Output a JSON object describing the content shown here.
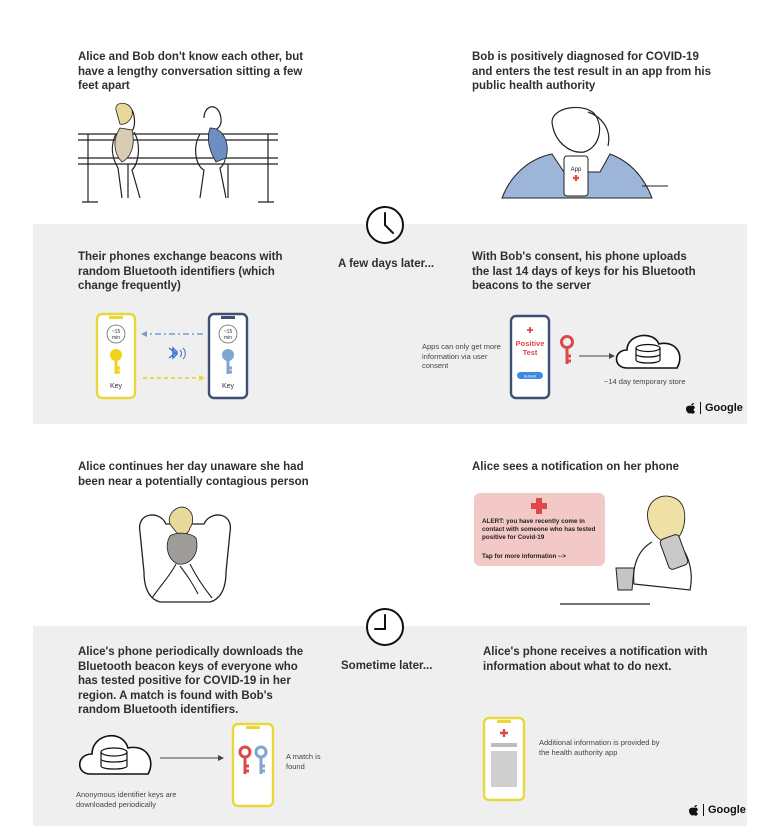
{
  "panels": {
    "p1": "Alice and Bob don't know each other, but have a lengthy conversation sitting a few feet apart",
    "p2": "Bob is positively diagnosed for COVID-19 and enters the test result in an app from his public health authority",
    "p3": "Their phones exchange beacons with random Bluetooth identifiers (which change frequently)",
    "p4": "With Bob's consent, his phone uploads the last 14 days of keys for his Bluetooth beacons to the server",
    "p5": "Alice continues her day unaware she had been near a potentially contagious person",
    "p6": "Alice sees a notification on her phone",
    "p7": "Alice's phone periodically downloads the Bluetooth beacon keys of everyone who has tested positive for COVID-19 in her region. A match is found with Bob's random Bluetooth identifiers.",
    "p8": "Alice's phone receives a notification with information about what to do next."
  },
  "transitions": {
    "first": "A few days later...",
    "second": "Sometime later..."
  },
  "beacon_phones": {
    "left_timer": "~15 min",
    "right_timer": "~15 min",
    "left_key": "Key",
    "right_key": "Key"
  },
  "upload": {
    "consent_note": "Apps can only get more information via user consent",
    "test_label": "Positive Test",
    "submit_label": "Submit",
    "store_note": "~14 day temporary store"
  },
  "alert": {
    "message": "ALERT: you have recently come in contact with someone who has tested positive for Covid-19",
    "link": "Tap for more information -->"
  },
  "download": {
    "keys_note": "Anonymous identifier keys are downloaded periodically",
    "match_note": "A match is found"
  },
  "info": {
    "note": "Additional information is provided by the health authority app"
  },
  "brand": {
    "label": "Google"
  },
  "bob_app_label": "App",
  "colors": {
    "band": "#efefef",
    "phone_yellow": "#e8d83a",
    "phone_navy": "#3d4f72",
    "key_red": "#d94a4a",
    "key_blue": "#7ea6cf",
    "alert_pink": "#f3c9c7",
    "accent_red": "#e04848"
  },
  "icons": [
    "clock-icon",
    "bluetooth-icon",
    "cloud-database-icon",
    "key-icon",
    "red-cross-icon",
    "apple-icon"
  ]
}
